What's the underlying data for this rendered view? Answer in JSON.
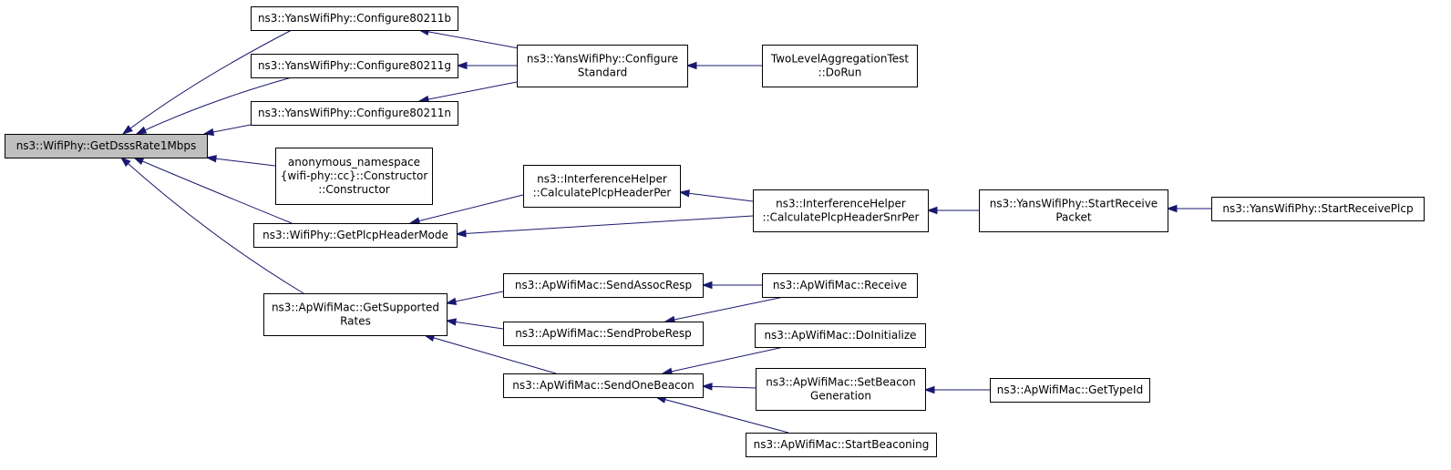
{
  "graph": {
    "colors": {
      "edge": "#191970",
      "node_fill": "#ffffff",
      "root_fill": "#bfbfbf",
      "border": "#000000"
    },
    "nodes": [
      {
        "id": "root",
        "lines": [
          "ns3::WifiPhy::GetDsssRate1Mbps"
        ],
        "root": true
      },
      {
        "id": "c80211b",
        "lines": [
          "ns3::YansWifiPhy::Configure80211b"
        ]
      },
      {
        "id": "c80211g",
        "lines": [
          "ns3::YansWifiPhy::Configure80211g"
        ]
      },
      {
        "id": "c80211n",
        "lines": [
          "ns3::YansWifiPhy::Configure80211n"
        ]
      },
      {
        "id": "anon",
        "lines": [
          "anonymous_namespace",
          "{wifi-phy::cc}::Constructor",
          "::Constructor"
        ]
      },
      {
        "id": "plcpHdrMode",
        "lines": [
          "ns3::WifiPhy::GetPlcpHeaderMode"
        ]
      },
      {
        "id": "getSupRates",
        "lines": [
          "ns3::ApWifiMac::GetSupported",
          "Rates"
        ]
      },
      {
        "id": "cfgStd",
        "lines": [
          "ns3::YansWifiPhy::Configure",
          "Standard"
        ]
      },
      {
        "id": "twoLevel",
        "lines": [
          "TwoLevelAggregationTest",
          "::DoRun"
        ]
      },
      {
        "id": "calcHdrPer",
        "lines": [
          "ns3::InterferenceHelper",
          "::CalculatePlcpHeaderPer"
        ]
      },
      {
        "id": "calcHdrSnrPer",
        "lines": [
          "ns3::InterferenceHelper",
          "::CalculatePlcpHeaderSnrPer"
        ]
      },
      {
        "id": "startRecvPkt",
        "lines": [
          "ns3::YansWifiPhy::StartReceive",
          "Packet"
        ]
      },
      {
        "id": "startRecvPlcp",
        "lines": [
          "ns3::YansWifiPhy::StartReceivePlcp"
        ]
      },
      {
        "id": "sendAssoc",
        "lines": [
          "ns3::ApWifiMac::SendAssocResp"
        ]
      },
      {
        "id": "sendProbe",
        "lines": [
          "ns3::ApWifiMac::SendProbeResp"
        ]
      },
      {
        "id": "sendBeacon",
        "lines": [
          "ns3::ApWifiMac::SendOneBeacon"
        ]
      },
      {
        "id": "receive",
        "lines": [
          "ns3::ApWifiMac::Receive"
        ]
      },
      {
        "id": "doInit",
        "lines": [
          "ns3::ApWifiMac::DoInitialize"
        ]
      },
      {
        "id": "setBeaconGen",
        "lines": [
          "ns3::ApWifiMac::SetBeacon",
          "Generation"
        ]
      },
      {
        "id": "startBeaconing",
        "lines": [
          "ns3::ApWifiMac::StartBeaconing"
        ]
      },
      {
        "id": "getTypeId",
        "lines": [
          "ns3::ApWifiMac::GetTypeId"
        ]
      }
    ],
    "edges": [
      {
        "from": "c80211b",
        "to": "root"
      },
      {
        "from": "c80211g",
        "to": "root"
      },
      {
        "from": "c80211n",
        "to": "root"
      },
      {
        "from": "anon",
        "to": "root"
      },
      {
        "from": "plcpHdrMode",
        "to": "root"
      },
      {
        "from": "getSupRates",
        "to": "root"
      },
      {
        "from": "cfgStd",
        "to": "c80211b"
      },
      {
        "from": "cfgStd",
        "to": "c80211g"
      },
      {
        "from": "cfgStd",
        "to": "c80211n"
      },
      {
        "from": "twoLevel",
        "to": "cfgStd"
      },
      {
        "from": "calcHdrPer",
        "to": "plcpHdrMode"
      },
      {
        "from": "calcHdrSnrPer",
        "to": "plcpHdrMode"
      },
      {
        "from": "calcHdrSnrPer",
        "to": "calcHdrPer"
      },
      {
        "from": "startRecvPkt",
        "to": "calcHdrSnrPer"
      },
      {
        "from": "startRecvPlcp",
        "to": "startRecvPkt"
      },
      {
        "from": "sendAssoc",
        "to": "getSupRates"
      },
      {
        "from": "sendProbe",
        "to": "getSupRates"
      },
      {
        "from": "sendBeacon",
        "to": "getSupRates"
      },
      {
        "from": "receive",
        "to": "sendAssoc"
      },
      {
        "from": "receive",
        "to": "sendProbe"
      },
      {
        "from": "doInit",
        "to": "sendBeacon"
      },
      {
        "from": "setBeaconGen",
        "to": "sendBeacon"
      },
      {
        "from": "startBeaconing",
        "to": "sendBeacon"
      },
      {
        "from": "getTypeId",
        "to": "setBeaconGen"
      }
    ]
  }
}
